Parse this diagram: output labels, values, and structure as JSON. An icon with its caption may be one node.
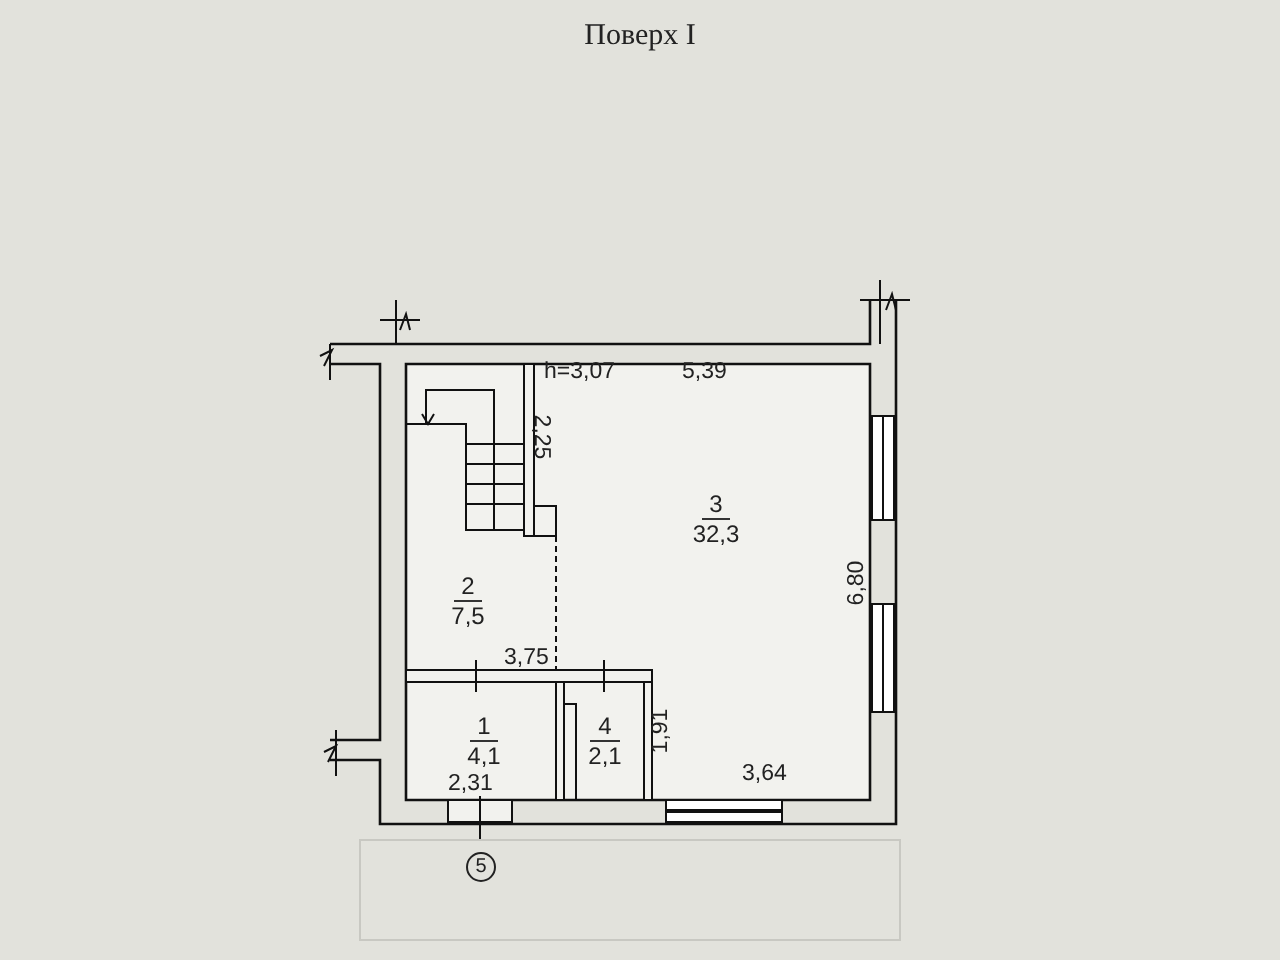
{
  "diagram": {
    "title": "Поверх I",
    "nodes": [
      {
        "text": [
          "2",
          "7,5"
        ]
      },
      {
        "text": [
          "3",
          "32,3"
        ]
      },
      {
        "text": [
          "1",
          "4,1"
        ]
      },
      {
        "text": [
          "4",
          "2,1"
        ]
      }
    ],
    "labels": [
      "h=3,07",
      "5,39",
      "2,25",
      "6,80",
      "3,75",
      "1,91",
      "2,31",
      "3,64",
      "5"
    ]
  }
}
